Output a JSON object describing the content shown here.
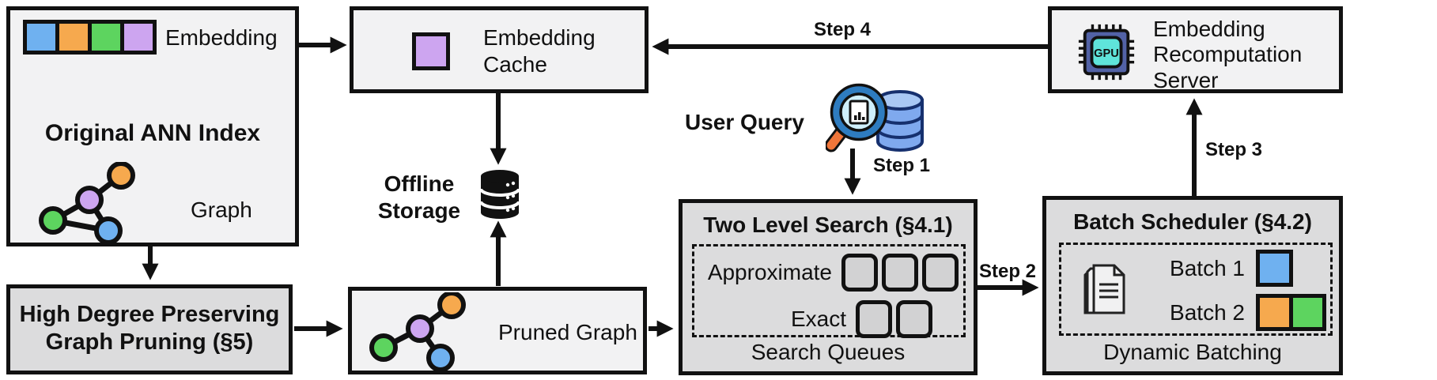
{
  "palette": {
    "blue": "#6fb1f0",
    "orange": "#f6a94e",
    "green": "#5dd45f",
    "purple": "#cda5f0",
    "box_light": "#f2f2f3",
    "box_gray": "#dcdcdd",
    "line": "#111111"
  },
  "ann_index": {
    "title": "Original ANN Index",
    "embedding_label": "Embedding",
    "graph_label": "Graph",
    "embedding_cells": [
      "blue",
      "orange",
      "green",
      "purple"
    ]
  },
  "embedding_cache": {
    "label": "Embedding\nCache"
  },
  "recomputation_server": {
    "label": "Embedding\nRecomputation\nServer",
    "gpu_text": "GPU"
  },
  "offline_storage": {
    "label": "Offline\nStorage"
  },
  "user_query": {
    "label": "User Query"
  },
  "steps": {
    "s1": "Step 1",
    "s2": "Step 2",
    "s3": "Step 3",
    "s4": "Step 4"
  },
  "two_level_search": {
    "title": "Two Level Search (§4.1)",
    "rows": [
      {
        "label": "Approximate",
        "queues": 3
      },
      {
        "label": "Exact",
        "queues": 2
      }
    ],
    "caption": "Search Queues"
  },
  "batch_scheduler": {
    "title": "Batch Scheduler (§4.2)",
    "rows": [
      {
        "label": "Batch 1",
        "cells": [
          "blue"
        ]
      },
      {
        "label": "Batch 2",
        "cells": [
          "orange",
          "green"
        ]
      }
    ],
    "caption": "Dynamic Batching"
  },
  "high_degree_pruning": {
    "title": "High Degree Preserving\nGraph Pruning (§5)"
  },
  "pruned_graph": {
    "label": "Pruned Graph"
  }
}
